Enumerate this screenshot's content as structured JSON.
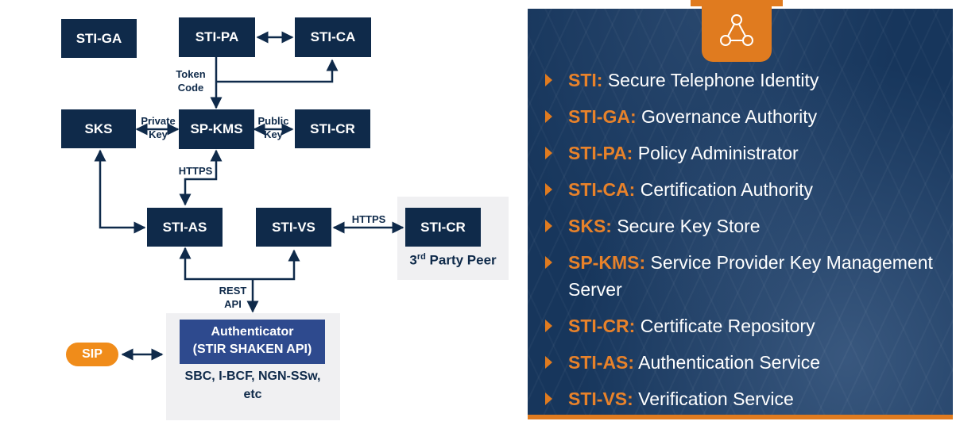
{
  "diagram": {
    "boxes": {
      "sti_ga": "STI-GA",
      "sti_pa": "STI-PA",
      "sti_ca": "STI-CA",
      "sks": "SKS",
      "sp_kms": "SP-KMS",
      "sti_cr": "STI-CR",
      "sti_as": "STI-AS",
      "sti_vs": "STI-VS",
      "sti_cr_peer": "STI-CR"
    },
    "labels": {
      "token": "Token",
      "code": "Code",
      "private": "Private",
      "private_key": "Key",
      "public": "Public",
      "public_key": "Key",
      "https_kms": "HTTPS",
      "https_peer": "HTTPS",
      "rest": "REST",
      "api": "API"
    },
    "peer": {
      "prefix": "3",
      "sup": "rd",
      "suffix": " Party Peer"
    },
    "authenticator": {
      "line1": "Authenticator",
      "line2": "(STIR SHAKEN API)",
      "sub1": "SBC, I-BCF, NGN-SSw,",
      "sub2": "etc"
    },
    "sip": "SIP"
  },
  "glossary": {
    "items": [
      {
        "term": "STI:",
        "desc": "Secure Telephone Identity"
      },
      {
        "term": "STI-GA:",
        "desc": "Governance Authority"
      },
      {
        "term": "STI-PA:",
        "desc": "Policy Administrator"
      },
      {
        "term": "STI-CA:",
        "desc": "Certification Authority"
      },
      {
        "term": "SKS:",
        "desc": "Secure Key Store"
      },
      {
        "term": "SP-KMS:",
        "desc": "Service Provider Key Management Server"
      },
      {
        "term": "STI-CR:",
        "desc": "Certificate Repository"
      },
      {
        "term": "STI-AS:",
        "desc": "Authentication Service"
      },
      {
        "term": "STI-VS:",
        "desc": "Verification Service"
      }
    ],
    "icon": "network-triangle-icon"
  },
  "colors": {
    "navy": "#0f2a4a",
    "orange": "#e07b1f",
    "panel": "#17365c",
    "auth": "#2e4a8e"
  }
}
